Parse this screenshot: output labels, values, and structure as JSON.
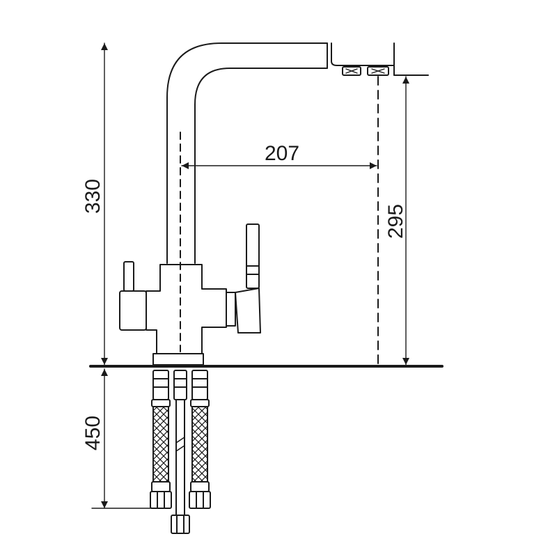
{
  "drawing": {
    "line_color": "#1a1a1a",
    "dimensions": {
      "total_height": "330",
      "spout_reach": "207",
      "spout_height": "295",
      "hose_length": "450"
    }
  }
}
